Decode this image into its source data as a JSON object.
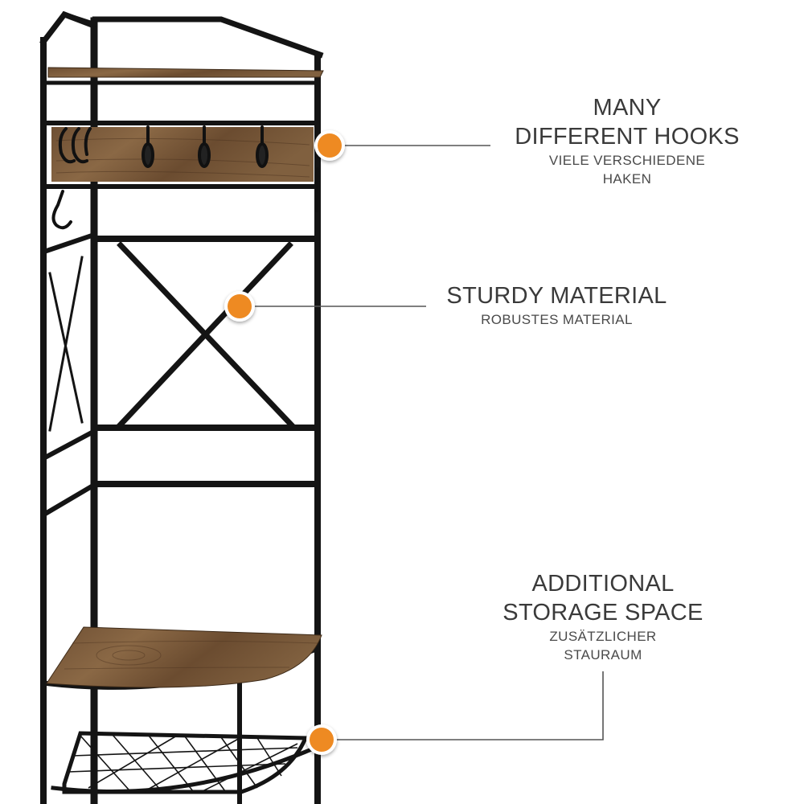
{
  "callouts": {
    "hooks": {
      "title_line1": "MANY",
      "title_line2": "DIFFERENT HOOKS",
      "subtitle_line1": "VIELE VERSCHIEDENE",
      "subtitle_line2": "HAKEN"
    },
    "material": {
      "title_line1": "STURDY MATERIAL",
      "subtitle_line1": "ROBUSTES MATERIAL"
    },
    "storage": {
      "title_line1": "ADDITIONAL",
      "title_line2": "STORAGE SPACE",
      "subtitle_line1": "ZUSÄTZLICHER",
      "subtitle_line2": "STAURAUM"
    }
  },
  "colors": {
    "marker": "#ee8a22",
    "frame": "#141414",
    "wood": "#7a5a3a",
    "leader_line": "#555555",
    "text": "#3a3a3a"
  },
  "icons": {
    "marker": "orange-dot-marker-icon",
    "hook": "coat-hook-icon"
  }
}
